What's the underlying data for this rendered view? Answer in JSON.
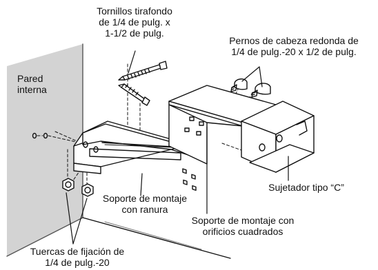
{
  "labels": {
    "lag_screws": [
      "Tornillos tirafondo",
      "de 1/4 de pulg. x",
      "1-1/2 de pulg."
    ],
    "round_head_bolts": [
      "Pernos de cabeza redonda de",
      "1/4 de pulg.-20 x 1/2 de pulg."
    ],
    "inner_wall": [
      "Pared",
      "interna"
    ],
    "c_clamp": "Sujetador tipo “C”",
    "slotted_bracket": [
      "Soporte de montaje",
      "con ranura"
    ],
    "square_hole_bracket": [
      "Soporte de montaje con",
      "orificios cuadrados"
    ],
    "nuts": [
      "Tuercas de fijación de",
      "1/4 de pulg.-20"
    ]
  },
  "colors": {
    "line": "#111111",
    "wall": "#d3d3d3",
    "background": "#ffffff"
  }
}
